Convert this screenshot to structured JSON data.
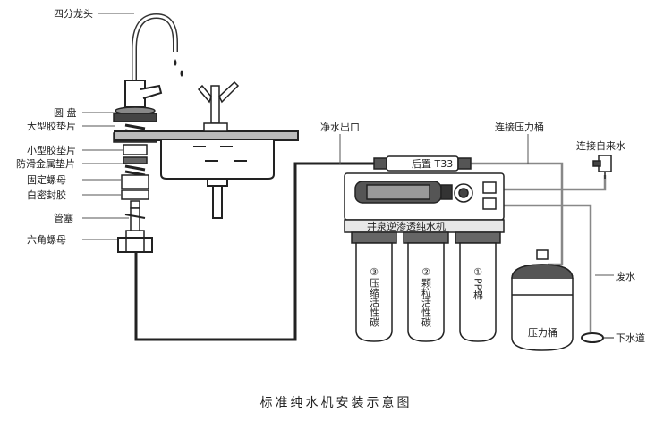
{
  "labels": {
    "faucet": "四分龙头",
    "disc": "圆 盘",
    "large_gasket": "大型胶垫片",
    "small_gasket": "小型胶垫片",
    "antislip_gasket": "防滑金属垫片",
    "fixing_nut": "固定螺母",
    "white_tape": "白密封胶",
    "pipe_plug": "管塞",
    "hex_nut": "六角螺母",
    "clean_outlet": "净水出口",
    "to_tank": "连接压力桶",
    "tap_water": "连接自来水",
    "post_filter": "后置 T33",
    "machine_name": "井泉逆渗透纯水机",
    "waste_water": "废水",
    "drain": "下水道",
    "tank": "压力桶",
    "filter3": "③压缩活性碳",
    "filter2": "②颗粒活性碳",
    "filter1": "①PP棉"
  },
  "caption": "标准纯水机安装示意图"
}
